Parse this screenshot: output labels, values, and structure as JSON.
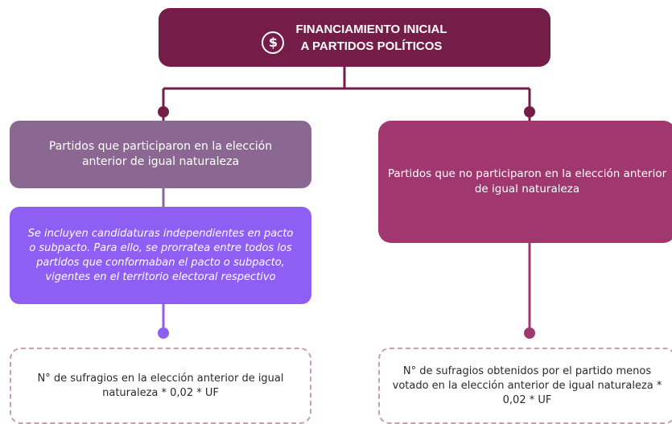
{
  "title": {
    "line1": "FINANCIAMIENTO INICIAL",
    "line2": "A PARTIDOS POLÍTICOS",
    "icon": "dollar-circle-icon",
    "color": "#741d49"
  },
  "left_branch": {
    "header": "Partidos que participaron en la elección anterior de igual naturaleza",
    "header_color": "#8a6891",
    "note": "Se incluyen candidaturas independientes en pacto o subpacto. Para ello, se prorratea entre todos los partidos que conformaban el pacto o subpacto, vigentes en el territorio electoral respectivo",
    "note_color": "#8f5ef2",
    "formula": "N° de sufragios en la elección anterior de igual naturaleza * 0,02 * UF"
  },
  "right_branch": {
    "header": "Partidos que no participaron en la elección anterior de igual naturaleza",
    "header_color": "#a0386f",
    "formula": "N° de sufragios obtenidos por el partido menos votado en la elección anterior de igual naturaleza * 0,02 * UF"
  }
}
